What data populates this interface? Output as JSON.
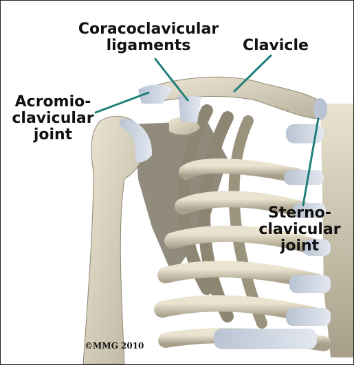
{
  "labels": {
    "coracoclavicular": [
      "Coracoclavicular",
      "ligaments"
    ],
    "clavicle": "Clavicle",
    "acromioclavicular": [
      "Acromio-",
      "clavicular",
      "joint"
    ],
    "sternoclavicular": [
      "Sterno-",
      "clavicular",
      "joint"
    ]
  },
  "copyright": "©MMG 2010",
  "colors": {
    "bone": "#ddd6c2",
    "bone_shadow": "#a9a28e",
    "cartilage": "#c9d2e0",
    "leader_line": "#1f7f7a",
    "background": "#ffffff"
  }
}
